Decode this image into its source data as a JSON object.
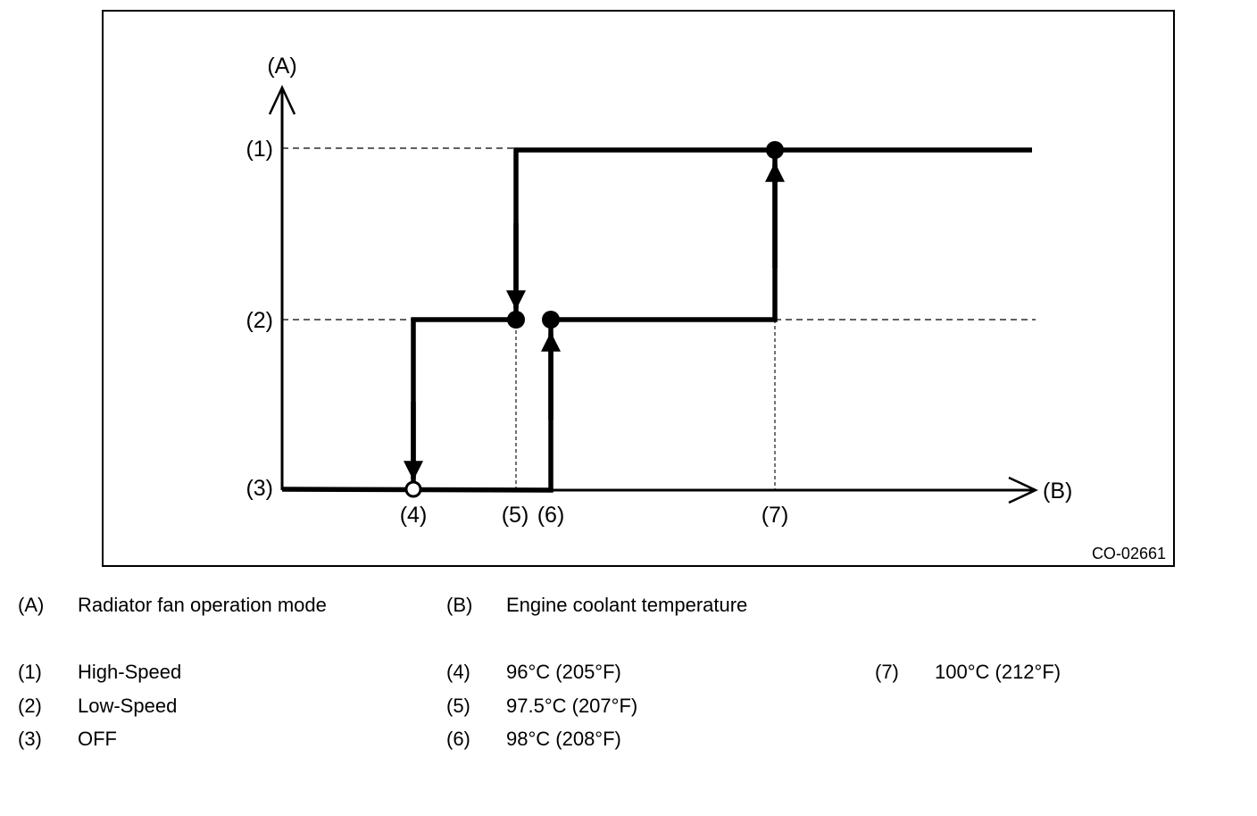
{
  "diagram": {
    "axis_y_label": "(A)",
    "axis_x_label": "(B)",
    "levels": [
      {
        "key": "(1)",
        "mode": "High-Speed"
      },
      {
        "key": "(2)",
        "mode": "Low-Speed"
      },
      {
        "key": "(3)",
        "mode": "OFF"
      }
    ],
    "points": [
      {
        "key": "(4)",
        "value": "96°C (205°F)"
      },
      {
        "key": "(5)",
        "value": "97.5°C (207°F)"
      },
      {
        "key": "(6)",
        "value": "98°C (208°F)"
      },
      {
        "key": "(7)",
        "value": "100°C (212°F)"
      }
    ],
    "code": "CO-02661"
  },
  "legend": {
    "A": {
      "key": "(A)",
      "text": "Radiator fan operation mode"
    },
    "B": {
      "key": "(B)",
      "text": "Engine coolant temperature"
    },
    "items": [
      {
        "key": "(1)",
        "text": "High-Speed"
      },
      {
        "key": "(2)",
        "text": "Low-Speed"
      },
      {
        "key": "(3)",
        "text": "OFF"
      },
      {
        "key": "(4)",
        "text": "96°C (205°F)"
      },
      {
        "key": "(5)",
        "text": "97.5°C (207°F)"
      },
      {
        "key": "(6)",
        "text": "98°C (208°F)"
      },
      {
        "key": "(7)",
        "text": "100°C (212°F)"
      }
    ]
  }
}
